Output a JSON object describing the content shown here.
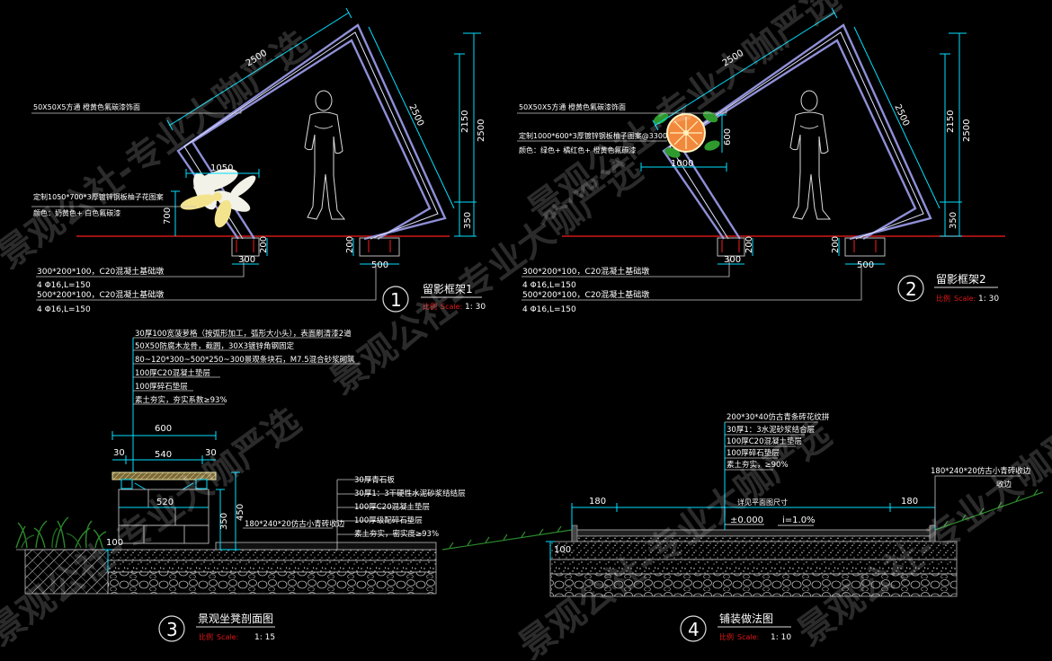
{
  "colors": {
    "background": "#000000",
    "frame_outer": "#8f8fd8",
    "frame_inner": "#e6e6ff",
    "dimension": "#00e0ff",
    "dim_text": "#ffffff",
    "ground": "#d01818",
    "label_line": "#c8c8c8",
    "scale_label": "#e01818",
    "grass": "#2c8a2c",
    "flower_white": "#f2f2e8",
    "flower_yellow": "#f3e38c",
    "orange_fill": "#f2883c",
    "leaf": "#2e9a2e"
  },
  "drawing1": {
    "dims": {
      "top": "2500",
      "right_diag": "2500",
      "h2150": "2150",
      "h2500": "2500",
      "h350": "350",
      "w1050": "1050",
      "h700": "700",
      "w300": "300",
      "h200": "200",
      "w200": "200",
      "w500": "500"
    },
    "notes": {
      "frame": "50X50X5方通  橙黄色氟碳漆饰面",
      "panel_line1": "定制1050*700*3厚镀锌钢板柚子花图案",
      "panel_line2": "颜色：奶黄色+ 白色氟碳漆",
      "footing1_line1": "300*200*100，C20混凝土基础墩",
      "footing1_line2": "4 Φ16,L=150",
      "footing2_line1": "500*200*100，C20混凝土基础墩",
      "footing2_line2": "4 Φ16,L=150"
    },
    "title": {
      "number": "1",
      "name": "留影框架1",
      "scale_label": "比例",
      "scale_word": "Scale:",
      "scale_value": "1: 30"
    }
  },
  "drawing2": {
    "dims": {
      "top": "2500",
      "right_diag": "2500",
      "h2150": "2150",
      "h2500": "2500",
      "h350": "350",
      "h600": "600",
      "w1000": "1000",
      "w300": "300",
      "h200": "200",
      "w200": "200",
      "w500": "500"
    },
    "notes": {
      "frame": "50X50X5方通  橙黄色氟碳漆饰面",
      "panel_line1": "定制1000*600*3厚镀锌钢板柚子图案@3300",
      "panel_line2": "颜色：绿色+ 橘红色+ 橙黄色氟碳漆",
      "footing1_line1": "300*200*100，C20混凝土基础墩",
      "footing1_line2": "4 Φ16,L=150",
      "footing2_line1": "500*200*100，C20混凝土基础墩",
      "footing2_line2": "4 Φ16,L=150"
    },
    "title": {
      "number": "2",
      "name": "留影框架2",
      "scale_label": "比例",
      "scale_word": "Scale:",
      "scale_value": "1: 30"
    }
  },
  "drawing3": {
    "top_notes": [
      "30厚100宽菠萝格（按弧形加工，弧形大小头），表面刷清漆2道",
      "50X50防腐木龙骨，截圆，30X3镀锌角钢固定",
      "80~120*300~500*250~300景观条块石，M7.5混合砂浆砌筑",
      "100厚C20混凝土垫层",
      "100厚碎石垫层",
      "素土夯实，夯实系数≥93%"
    ],
    "right_notes": [
      "30厚青石板",
      "30厚1：3干硬性水泥砂浆结结层",
      "100厚C20混凝土垫层",
      "100厚级配碎石垫层",
      "素土夯实，密实度≥93%"
    ],
    "curb_note": "180*240*20仿古小青砖收边",
    "dims": {
      "w600": "600",
      "w30a": "30",
      "w540": "540",
      "w30b": "30",
      "w520": "520",
      "h450": "450",
      "h350": "350",
      "h100": "100"
    },
    "title": {
      "number": "3",
      "name": "景观坐凳剖面图",
      "scale_label": "比例",
      "scale_word": "Scale:",
      "scale_value": "1: 15"
    }
  },
  "drawing4": {
    "top_notes": [
      "200*30*40仿古青条砖花纹拼",
      "30厚1：3水泥砂浆结合层",
      "100厚C20混凝土垫层",
      "100厚碎石垫层",
      "素土夯实，≥90%"
    ],
    "curb_note_line1": "180*240*20仿古小青砖收边",
    "curb_note_line2": "收边",
    "dims": {
      "w180a": "180",
      "w180b": "180",
      "h100": "100",
      "center": "详见平面图尺寸",
      "level": "±0.000",
      "slope": "i=1.0%"
    },
    "title": {
      "number": "4",
      "name": "铺装做法图",
      "scale_label": "比例",
      "scale_word": "Scale:",
      "scale_value": "1: 10"
    }
  },
  "watermark": {
    "text": "景观公社-专业大咖严选"
  }
}
